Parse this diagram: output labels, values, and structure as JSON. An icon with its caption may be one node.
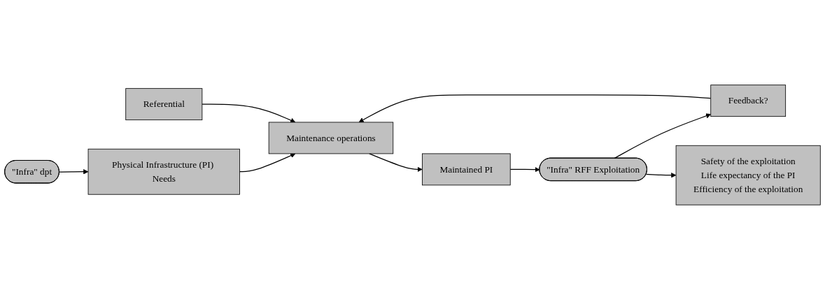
{
  "diagram": {
    "nodes": [
      {
        "text": [
          "\"Infra\" dpt"
        ]
      },
      {
        "text": [
          "Physical Infrastructure (PI) Needs"
        ]
      },
      {
        "text": [
          "Maintenance operations"
        ]
      },
      {
        "text": [
          "Maintained PI"
        ]
      },
      {
        "text": [
          "\"Infra\" RFF Exploitation"
        ]
      },
      {
        "text": [
          "Feedback?"
        ]
      },
      {
        "text": [
          "Referential"
        ]
      },
      {
        "text": [
          "Safety of the exploitation",
          "Life expectancy of the PI",
          "Efficiency of the exploitation"
        ]
      }
    ],
    "edges": [
      {
        "from": 0,
        "to": 1,
        "arrow": "to"
      },
      {
        "from": 1,
        "to": 2,
        "arrow": "to"
      },
      {
        "from": 2,
        "to": 3,
        "arrow": "to"
      },
      {
        "from": 3,
        "to": 4,
        "arrow": "to"
      },
      {
        "from": 4,
        "to": 5,
        "arrow": "to"
      },
      {
        "from": 5,
        "to": 2,
        "arrow": "to"
      },
      {
        "from": 6,
        "to": 2,
        "arrow": "to"
      },
      {
        "from": 4,
        "to": 7,
        "arrow": "to"
      }
    ]
  }
}
